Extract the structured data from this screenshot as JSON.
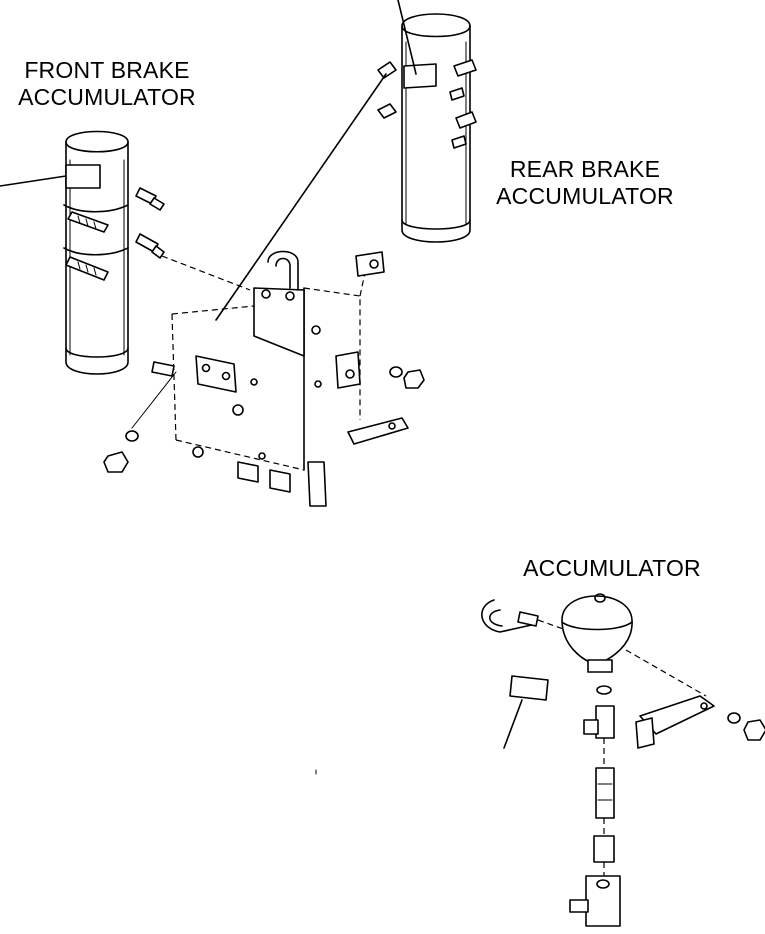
{
  "labels": {
    "front_brake_accumulator": [
      "FRONT BRAKE",
      "ACCUMULATOR"
    ],
    "rear_brake_accumulator": [
      "REAR BRAKE",
      "ACCUMULATOR"
    ],
    "accumulator": "ACCUMULATOR"
  },
  "colors": {
    "line": "#000000",
    "background": "#ffffff"
  }
}
